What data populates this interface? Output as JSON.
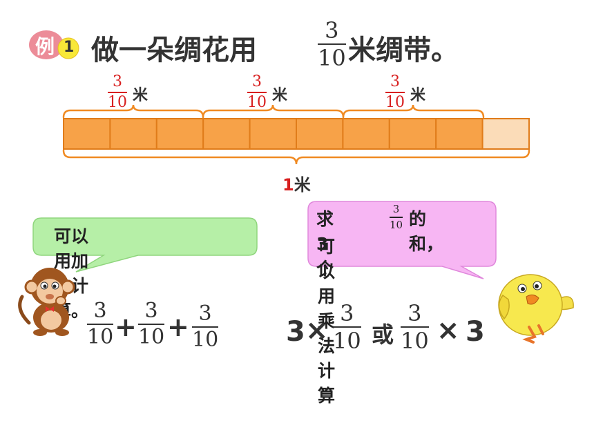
{
  "header": {
    "badge_label": "例",
    "badge_number": "1",
    "text_before": "做一朵绸花用",
    "fraction": {
      "num": "3",
      "den": "10"
    },
    "text_after": "米绸带。"
  },
  "diagram": {
    "segment_fraction": {
      "num": "3",
      "den": "10"
    },
    "segment_unit": "米",
    "total_number": "1",
    "total_unit": "米",
    "total_parts": 10,
    "filled_parts": 9,
    "colors": {
      "filled": "#f7a248",
      "empty": "#fbdcb8",
      "border": "#e07c1a",
      "brace": "#f08a22",
      "fraction": "#d81f1f"
    }
  },
  "left_bubble": {
    "text": "可以用加法计算。",
    "color": "#b6efa7"
  },
  "right_bubble": {
    "line1_before": "求3个",
    "fraction": {
      "num": "3",
      "den": "10"
    },
    "line1_after": "的和，",
    "line2": "可以用乘法计算",
    "color": "#f7b6f3"
  },
  "addition": {
    "fraction": {
      "num": "3",
      "den": "10"
    },
    "plus": "+"
  },
  "multiplication": {
    "number": "3",
    "times": "×",
    "fraction": {
      "num": "3",
      "den": "10"
    },
    "or_text": "或"
  },
  "characters": {
    "left": "monkey-illustration",
    "right": "chick-illustration"
  }
}
